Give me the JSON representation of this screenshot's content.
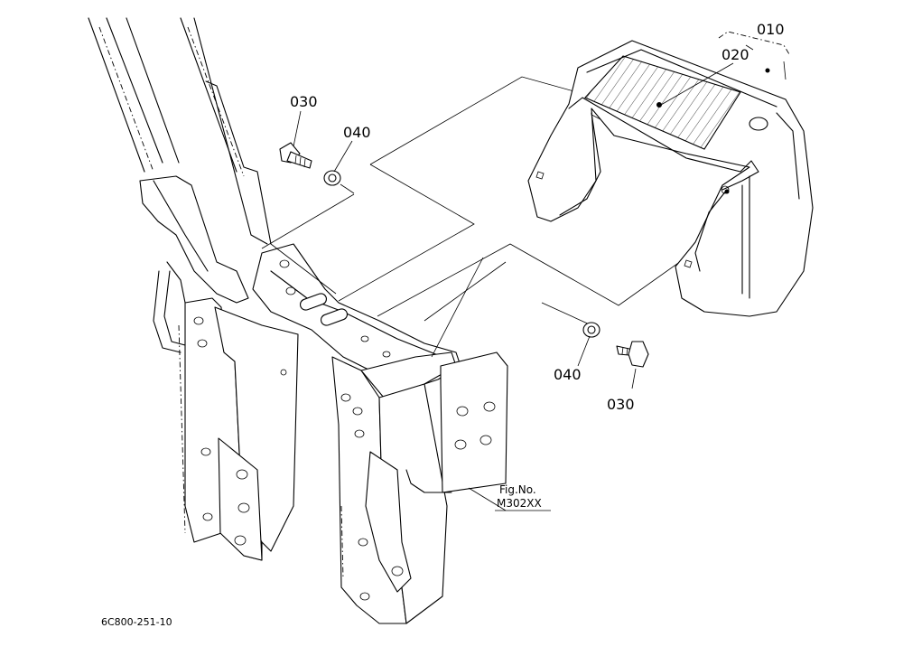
{
  "callouts": {
    "part_010": "010",
    "part_020": "020",
    "part_030_top": "030",
    "part_040_top": "040",
    "part_040_bottom": "040",
    "part_030_bottom": "030"
  },
  "figure": {
    "caption_line1": "Fig.No.",
    "caption_line2": "M302XX"
  },
  "drawing_code": "6C800-251-10"
}
